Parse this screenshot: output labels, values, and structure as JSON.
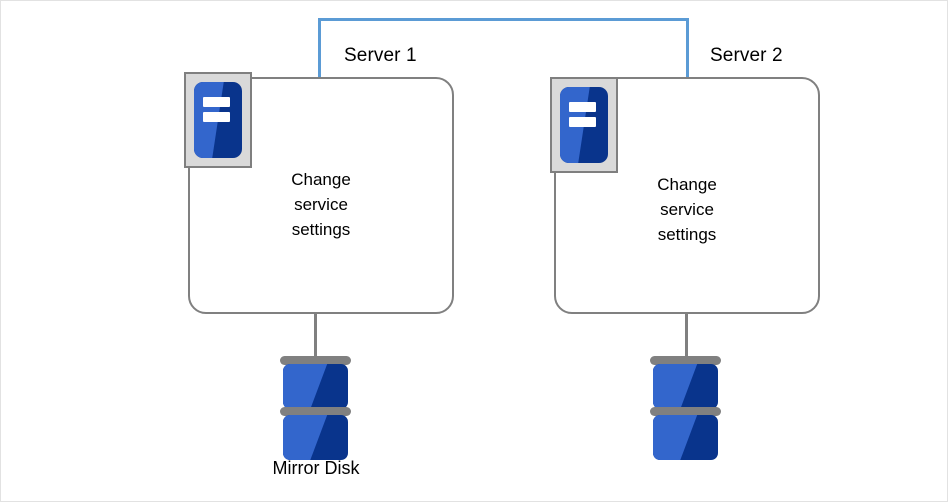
{
  "diagram": {
    "type": "cluster-topology",
    "background_color": "#ffffff",
    "border_color": "#e2e2e2",
    "accent_color": "#5b9bd5",
    "node_border_color": "#808080",
    "icon_blue_dark": "#09348c",
    "icon_blue_light": "#3366cc",
    "icon_frame_color": "#d9d9d9"
  },
  "interconnect": {
    "name": "heartbeat-link",
    "color": "#5b9bd5"
  },
  "servers": [
    {
      "label": "Server 1",
      "icon": "server-icon",
      "body_text_lines": [
        "Change",
        "service",
        "settings"
      ],
      "body_text": "Change service settings",
      "disk": {
        "icon": "mirror-disk-icon",
        "label": "Mirror Disk"
      }
    },
    {
      "label": "Server 2",
      "icon": "server-icon",
      "body_text_lines": [
        "Change",
        "service",
        "settings"
      ],
      "body_text": "Change service settings",
      "disk": {
        "icon": "mirror-disk-icon",
        "label": ""
      }
    }
  ]
}
